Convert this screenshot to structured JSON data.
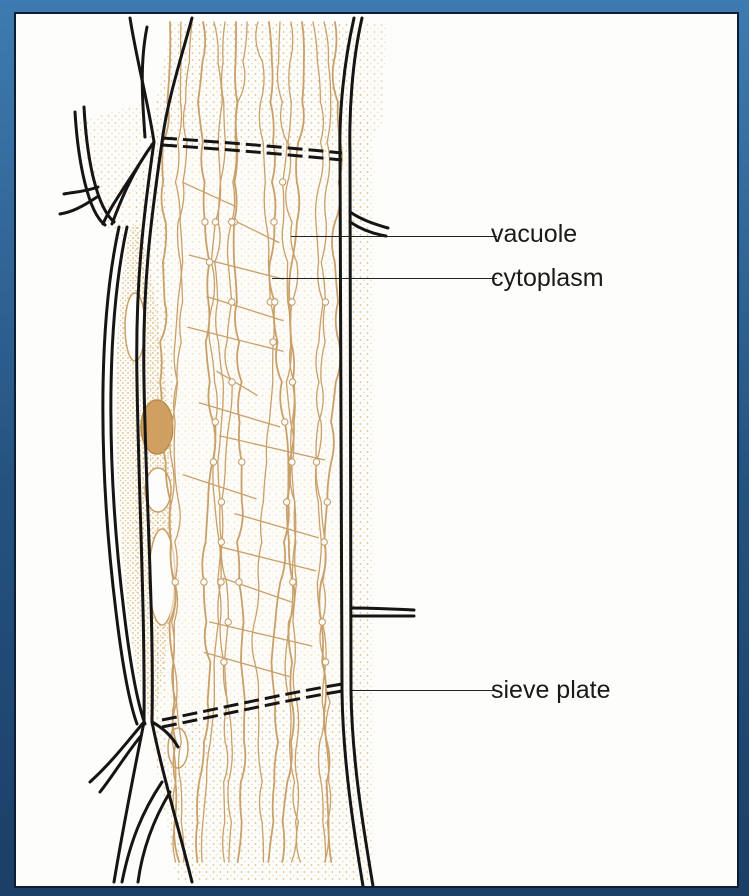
{
  "diagram": {
    "labels": {
      "vacuole": "vacuole",
      "cytoplasm": "cytoplasm",
      "sieve_plate": "sieve plate"
    },
    "colors": {
      "frame": "#2f5f8c",
      "paper": "#fdfdfb",
      "wall": "#1a1a1a",
      "cytoplasm_strand": "#caa36c",
      "stipple": "#e6c690",
      "nucleus": "#c99a55"
    }
  }
}
